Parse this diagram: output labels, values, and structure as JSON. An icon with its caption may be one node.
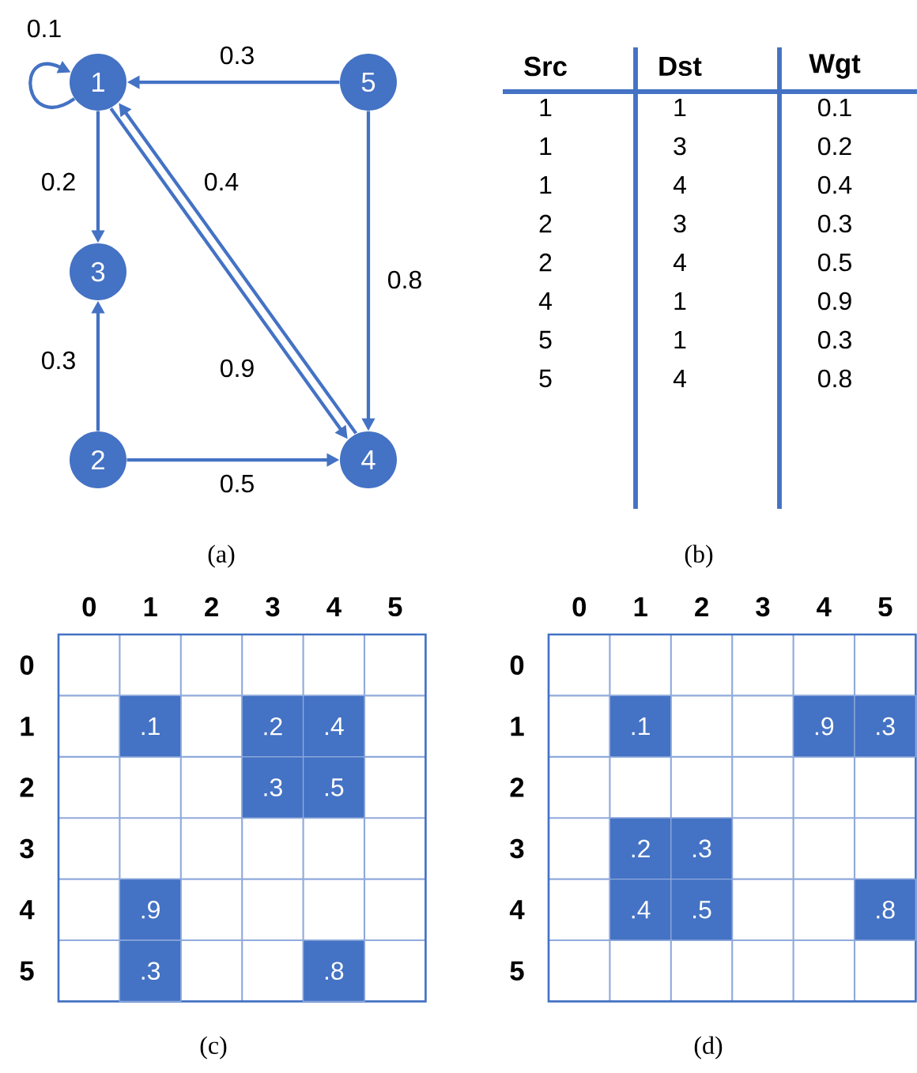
{
  "diagram": {
    "nodes": [
      {
        "text": [
          "1"
        ]
      },
      {
        "text": [
          "5"
        ]
      },
      {
        "text": [
          "3"
        ]
      },
      {
        "text": [
          "2"
        ]
      },
      {
        "text": [
          "4"
        ]
      }
    ],
    "edges": [
      {
        "from": 0,
        "to": 0,
        "arrow": "to",
        "label": "0.1"
      },
      {
        "from": 1,
        "to": 0,
        "arrow": "to",
        "label": "0.3"
      },
      {
        "from": 0,
        "to": 2,
        "arrow": "to",
        "label": "0.2"
      },
      {
        "from": 0,
        "to": 4,
        "arrow": "to",
        "label": "0.4"
      },
      {
        "from": 4,
        "to": 0,
        "arrow": "to",
        "label": "0.9"
      },
      {
        "from": 1,
        "to": 4,
        "arrow": "to",
        "label": "0.8"
      },
      {
        "from": 3,
        "to": 2,
        "arrow": "to",
        "label": "0.3"
      },
      {
        "from": 3,
        "to": 4,
        "arrow": "to",
        "label": "0.5"
      }
    ],
    "labels": [
      "Src",
      "Dst",
      "Wgt",
      "1",
      "1",
      "0.1",
      "1",
      "3",
      "0.2",
      "1",
      "4",
      "0.4",
      "2",
      "3",
      "0.3",
      "2",
      "4",
      "0.5",
      "4",
      "1",
      "0.9",
      "5",
      "1",
      "0.3",
      "5",
      "4",
      "0.8",
      "(a)",
      "(b)",
      "0",
      "1",
      "2",
      "3",
      "4",
      "5",
      "0",
      "1",
      ".1",
      ".2",
      ".4",
      "2",
      ".3",
      ".5",
      "3",
      "4",
      ".9",
      "5",
      ".3",
      ".8",
      "(c)",
      "0",
      "1",
      "2",
      "3",
      "4",
      "5",
      "0",
      "1",
      ".1",
      ".9",
      ".3",
      "2",
      "3",
      ".2",
      ".3",
      "4",
      ".4",
      ".5",
      ".8",
      "5",
      "(d)"
    ]
  }
}
